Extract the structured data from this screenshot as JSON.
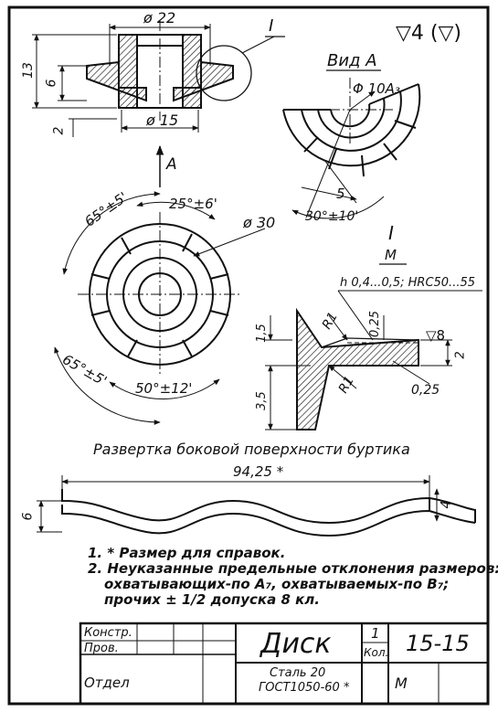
{
  "roughness": {
    "main": "▽4 (▽)"
  },
  "views": {
    "view_a_label": "Вид А",
    "section_label_top": "I",
    "detail_label": "I",
    "detail_scale": "М",
    "arrow_label": "A"
  },
  "dims": {
    "d22": "ø 22",
    "d15": "ø 15",
    "d13": "13",
    "d6": "6",
    "d2": "2",
    "phi10": "Φ 10A₃",
    "d5": "5",
    "ang30": "30°±10'",
    "d30": "ø 30",
    "ang65a": "65°±5'",
    "ang25": "25°±6'",
    "ang65b": "65°±5'",
    "ang50": "50°±12'",
    "hardening": "h 0,4...0,5; HRC50...55",
    "r1a": "R1",
    "r1b": "R1",
    "d025a": "0,25",
    "d025b": "0,25",
    "d15s": "1,5",
    "d35s": "3,5",
    "d2s": "2",
    "rough8": "▽8",
    "dev_len": "94,25 *",
    "dev_h6": "6",
    "dev_h4": "4"
  },
  "development_caption": "Развертка боковой поверхности буртика",
  "notes": [
    "1. * Размер для справок.",
    "2. Неуказанные предельные отклонения размеров:",
    "охватывающих-по А₇, охватываемых-по В₇;",
    "прочих ± 1/2 допуска 8 кл."
  ],
  "title_block": {
    "konstr": "Констр.",
    "prov": "Пров.",
    "otdel": "Отдел",
    "name": "Диск",
    "material_line1": "Сталь 20",
    "material_line2": "ГОСТ1050-60 *",
    "qty": "1",
    "qty_label": "Кол.",
    "number": "15-15",
    "scale": "М"
  }
}
